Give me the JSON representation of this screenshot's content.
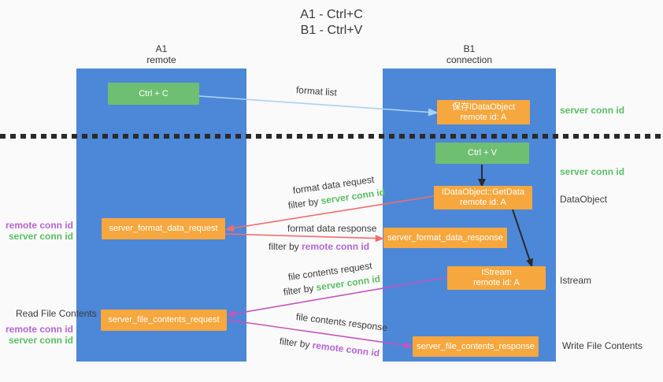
{
  "title": {
    "line1": "A1 - Ctrl+C",
    "line2": "B1 - Ctrl+V"
  },
  "columns": {
    "a1": {
      "name": "A1",
      "subtitle": "remote"
    },
    "b1": {
      "name": "B1",
      "subtitle": "connection"
    }
  },
  "nodes": {
    "ctrl_c": "Ctrl + C",
    "ctrl_v": "Ctrl + V",
    "save_dataobject": {
      "line1": "保存IDataObject",
      "line2": "remote id: A"
    },
    "getdata": {
      "line1": "IDataObject::GetData",
      "line2": "remote id: A"
    },
    "istream": {
      "line1": "IStream",
      "line2": "remote id: A"
    },
    "format_request": "server_format_data_request",
    "format_response": "server_format_data_response",
    "file_request": "server_file_contents_request",
    "file_response": "server_file_contents_response"
  },
  "flows": {
    "format_list": {
      "label": "format list"
    },
    "format_data_request": {
      "label": "format data request",
      "filter_prefix": "filter by ",
      "filter_key": "server conn id"
    },
    "format_data_response": {
      "label": "format data response",
      "filter_prefix": "filter by ",
      "filter_key": "remote conn id"
    },
    "file_contents_request": {
      "label": "file contents request",
      "filter_prefix": "filter by ",
      "filter_key": "server conn id"
    },
    "file_contents_response": {
      "label": "file contents response",
      "filter_prefix": "filter by ",
      "filter_key": "remote conn id"
    }
  },
  "side_labels": {
    "right_server_conn_top": "server conn id",
    "right_server_conn_mid": "server conn id",
    "dataobject": "DataObject",
    "istream": "Istream",
    "write_file_contents": "Write File Contents",
    "read_file_contents": "Read File Contents",
    "left_format_remote_conn": "remote conn id",
    "left_format_server_conn": "server conn id",
    "left_file_remote_conn": "remote conn id",
    "left_file_server_conn": "server conn id"
  },
  "colors": {
    "column_blue": "#4d87d8",
    "box_green": "#6fbf72",
    "box_orange": "#f6a73e",
    "arrow_red": "#f26d6d",
    "arrow_magenta": "#c455be",
    "arrow_lightblue": "#a9d3f2",
    "text_green": "#5abe64",
    "text_purple": "#b565d4",
    "arrow_black": "#2b2b2b",
    "bg": "#fafafa",
    "text_dark": "#3b3b3b"
  }
}
